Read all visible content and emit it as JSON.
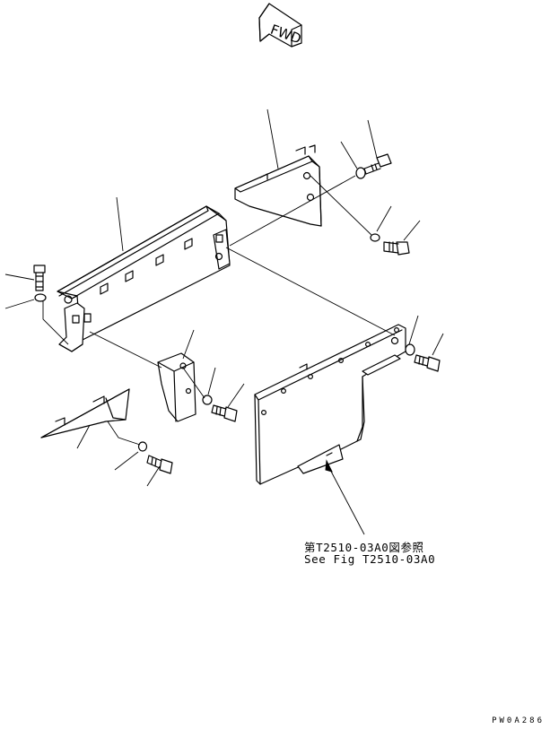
{
  "direction_marker": {
    "label": "FWD",
    "icon": "fwd-arrow-icon"
  },
  "reference_note": {
    "line1": "第T2510-03A0図参照",
    "line2": "See Fig T2510-03A0"
  },
  "drawing_number": "PW0A286"
}
